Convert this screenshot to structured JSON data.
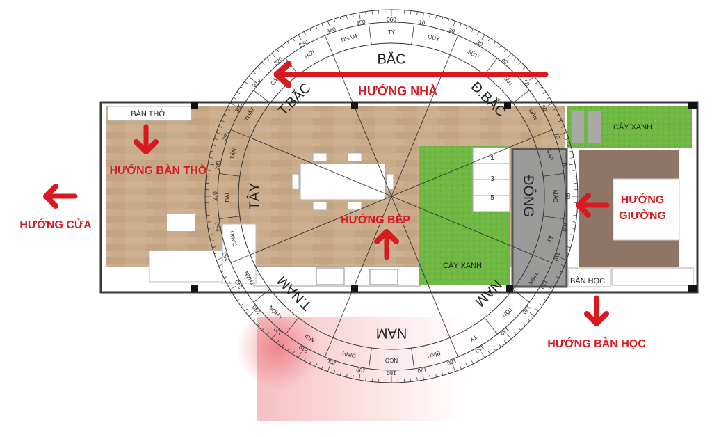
{
  "colors": {
    "accent_red": "#d71920",
    "wood": "#c9ab8a",
    "grass": "#6fb843",
    "tile": "#9a9a98",
    "bedroom_floor": "#8e7566",
    "wall": "#3a3a3a"
  },
  "rooms": {
    "altar": "BÀN THỜ",
    "garden_center": "CÂY XANH",
    "garden_top_right": "CÂY XANH",
    "study_desk": "BÀN HỌC",
    "stair_steps": [
      "1",
      "3",
      "5"
    ]
  },
  "annotations": {
    "house_direction": "HƯỚNG NHÀ",
    "altar_direction": "HƯỚNG BÀN THỜ",
    "door_direction": "HƯỚNG CỬA",
    "kitchen_direction": "HƯỚNG BẾP",
    "bed_direction": [
      "HƯỚNG",
      "GIƯỜNG"
    ],
    "desk_direction": "HƯỚNG BÀN HỌC"
  },
  "compass": {
    "directions": [
      {
        "label": "BẮC",
        "angle": 0
      },
      {
        "label": "Đ.BẮC",
        "angle": 45
      },
      {
        "label": "ĐÔNG",
        "angle": 90
      },
      {
        "label": "NAM",
        "angle": 135
      },
      {
        "label": "NAM",
        "angle": 180
      },
      {
        "label": "T.NAM",
        "angle": 225
      },
      {
        "label": "TÂY",
        "angle": 270
      },
      {
        "label": "T.BẮC",
        "angle": 315
      }
    ],
    "mountains": [
      "TÝ",
      "QUÝ",
      "SỬU",
      "CẤN",
      "DẦN",
      "GIÁP",
      "MÃO",
      "ẤT",
      "THÌN",
      "TỐN",
      "TỴ",
      "BÍNH",
      "NGỌ",
      "ĐINH",
      "MÙI",
      "KHÔN",
      "THÂN",
      "CANH",
      "DẬU",
      "TÂN",
      "TUẤT",
      "CÀN",
      "HỢI",
      "NHÂM"
    ],
    "degree_labels": [
      "360",
      "10",
      "20",
      "30",
      "40",
      "50",
      "60",
      "70",
      "80",
      "90",
      "100",
      "110",
      "120",
      "130",
      "140",
      "150",
      "160",
      "170",
      "180",
      "190",
      "200",
      "210",
      "220",
      "230",
      "240",
      "250",
      "260",
      "270",
      "280",
      "290",
      "300",
      "310",
      "320",
      "330",
      "340",
      "350"
    ]
  }
}
